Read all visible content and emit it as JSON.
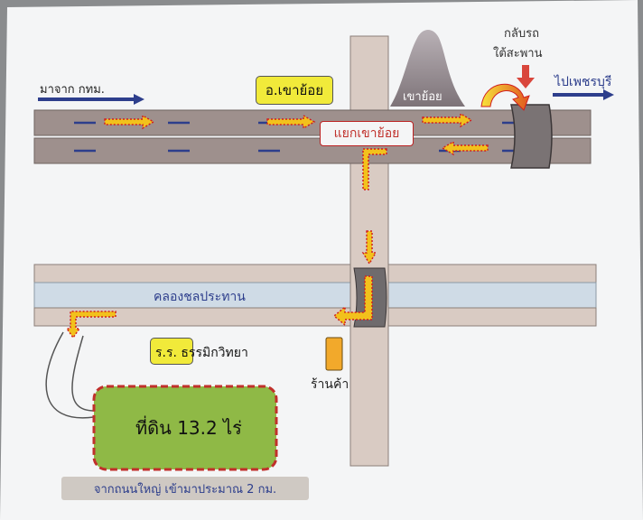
{
  "map": {
    "from_bangkok": "มาจาก กทม.",
    "to_phetchaburi": "ไปเพชรบุรี",
    "district_label": "อ.เขาย้อย",
    "mountain_label": "เขาย้อย",
    "u_turn_label_line1": "กลับรถ",
    "u_turn_label_line2": "ใต้สะพาน",
    "intersection_label": "แยกเขาย้อย",
    "canal_label": "คลองชลประทาน",
    "school_label": "ร.ร. ธรรมิกวิทยา",
    "shop_label": "ร้านค้า",
    "land_label": "ที่ดิน 13.2 ไร่",
    "distance_note": "จากถนนใหญ่ เข้ามาประมาณ 2 กม."
  },
  "colors": {
    "paper": "#f4f5f6",
    "road": "#9e908d",
    "side_road": "#d9cbc3",
    "canal": "#cfdbe6",
    "arrow": "#f2c11c",
    "arrow_outline": "#d01f1f",
    "land": "#8fb946",
    "label_yellow": "#f1ea3a",
    "shop": "#f2a92b",
    "navy_arrow": "#2d3e8c",
    "red_arrow": "#d9463c"
  }
}
